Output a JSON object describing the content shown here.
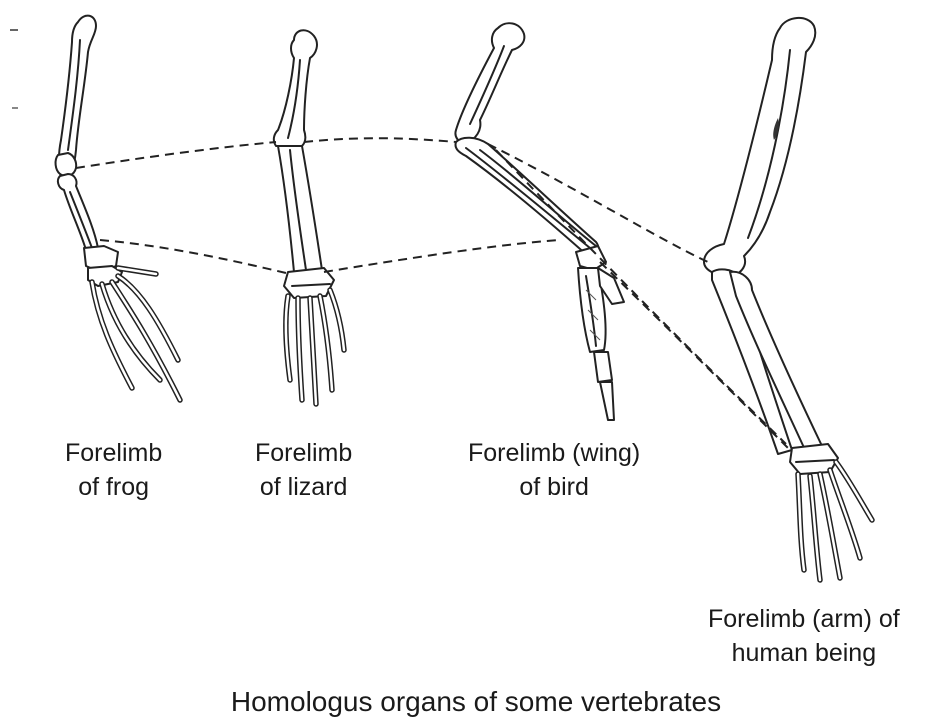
{
  "labels": {
    "frog": [
      "Forelimb",
      "of frog"
    ],
    "lizard": [
      "Forelimb",
      "of lizard"
    ],
    "bird": [
      "Forelimb (wing)",
      "of bird"
    ],
    "human": [
      "Forelimb (arm) of",
      "human being"
    ]
  },
  "caption": "Homologus organs of some vertebrates"
}
